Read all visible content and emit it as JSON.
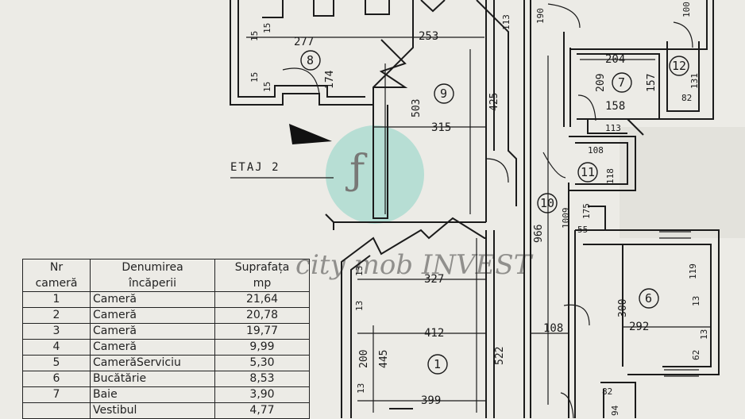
{
  "floor_label": "ETAJ 2",
  "table": {
    "headers": {
      "nr": [
        "Nr",
        "cameră"
      ],
      "name": [
        "Denumirea",
        "încăperii"
      ],
      "area": [
        "Suprafața",
        "mp"
      ]
    },
    "rows": [
      {
        "nr": "1",
        "name": "Cameră",
        "area": "21,64"
      },
      {
        "nr": "2",
        "name": "Cameră",
        "area": "20,78"
      },
      {
        "nr": "3",
        "name": "Cameră",
        "area": "19,77"
      },
      {
        "nr": "4",
        "name": "Cameră",
        "area": "9,99"
      },
      {
        "nr": "5",
        "name": "CamerăServiciu",
        "area": "5,30"
      },
      {
        "nr": "6",
        "name": "Bucătărie",
        "area": "8,53"
      },
      {
        "nr": "7",
        "name": "Baie",
        "area": "3,90"
      },
      {
        "nr": "",
        "name": "Vestibul",
        "area": "4,77"
      }
    ]
  },
  "rooms": {
    "r1": "1",
    "r6": "6",
    "r7": "7",
    "r8": "8",
    "r9": "9",
    "r10": "10",
    "r11": "11",
    "r12": "12"
  },
  "dims": {
    "d277": "277",
    "d253": "253",
    "d174": "174",
    "d15a": "15",
    "d15b": "15",
    "d15c": "15",
    "d15d": "15",
    "d503": "503",
    "d425": "425",
    "d315": "315",
    "d113a": "113",
    "d190": "190",
    "d100": "100",
    "d204": "204",
    "d209": "209",
    "d157": "157",
    "d158": "158",
    "d131": "131",
    "d82a": "82",
    "d113b": "113",
    "d108a": "108",
    "d118": "118",
    "d1009": "1009",
    "d175": "175",
    "d55": "55",
    "d966": "966",
    "d327": "327",
    "d412": "412",
    "d445": "445",
    "d200": "200",
    "d522": "522",
    "d399": "399",
    "d108b": "108",
    "d300": "300",
    "d292": "292",
    "d119": "119",
    "d13a": "13",
    "d13b": "13",
    "d62": "62",
    "d13c": "13",
    "d13d": "13",
    "d13e": "13",
    "d82b": "82",
    "d94": "94"
  },
  "watermark": "city mob INVEST",
  "colors": {
    "paper": "#ecebe6",
    "ink": "#1b1b1b",
    "watermark": "#2fb7a4"
  }
}
